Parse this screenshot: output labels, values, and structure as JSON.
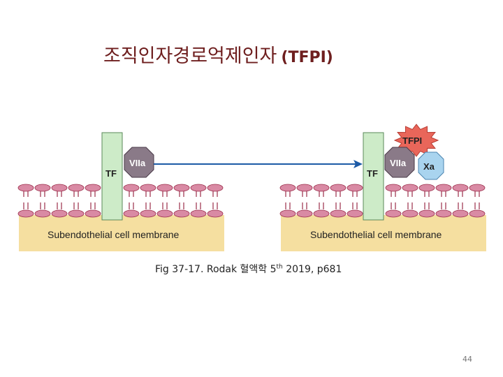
{
  "slide": {
    "title_korean": "조직인자경로억제인자",
    "title_acronym": "(TFPI)",
    "caption_prefix": "Fig 37-17. Rodak 혈액학 5",
    "caption_sup": "th",
    "caption_suffix": " 2019, p681",
    "page_number": "44"
  },
  "diagram": {
    "left_panel": {
      "membrane_label": "Subendothelial cell membrane",
      "tf_label": "TF",
      "viia_label": "VIIa"
    },
    "right_panel": {
      "membrane_label": "Subendothelial cell membrane",
      "tf_label": "TF",
      "viia_label": "VIIa",
      "xa_label": "Xa",
      "tfpi_label": "TFPI"
    },
    "colors": {
      "membrane": "#f5dfa0",
      "lipid_head": "#d98aa4",
      "lipid_tail": "#9b2d4a",
      "tf": "#cdebc8",
      "viia": "#8a7a88",
      "xa": "#a9d4ef",
      "tfpi": "#e9665a",
      "arrow": "#1c5aa6",
      "title": "#6e1e1e"
    }
  }
}
